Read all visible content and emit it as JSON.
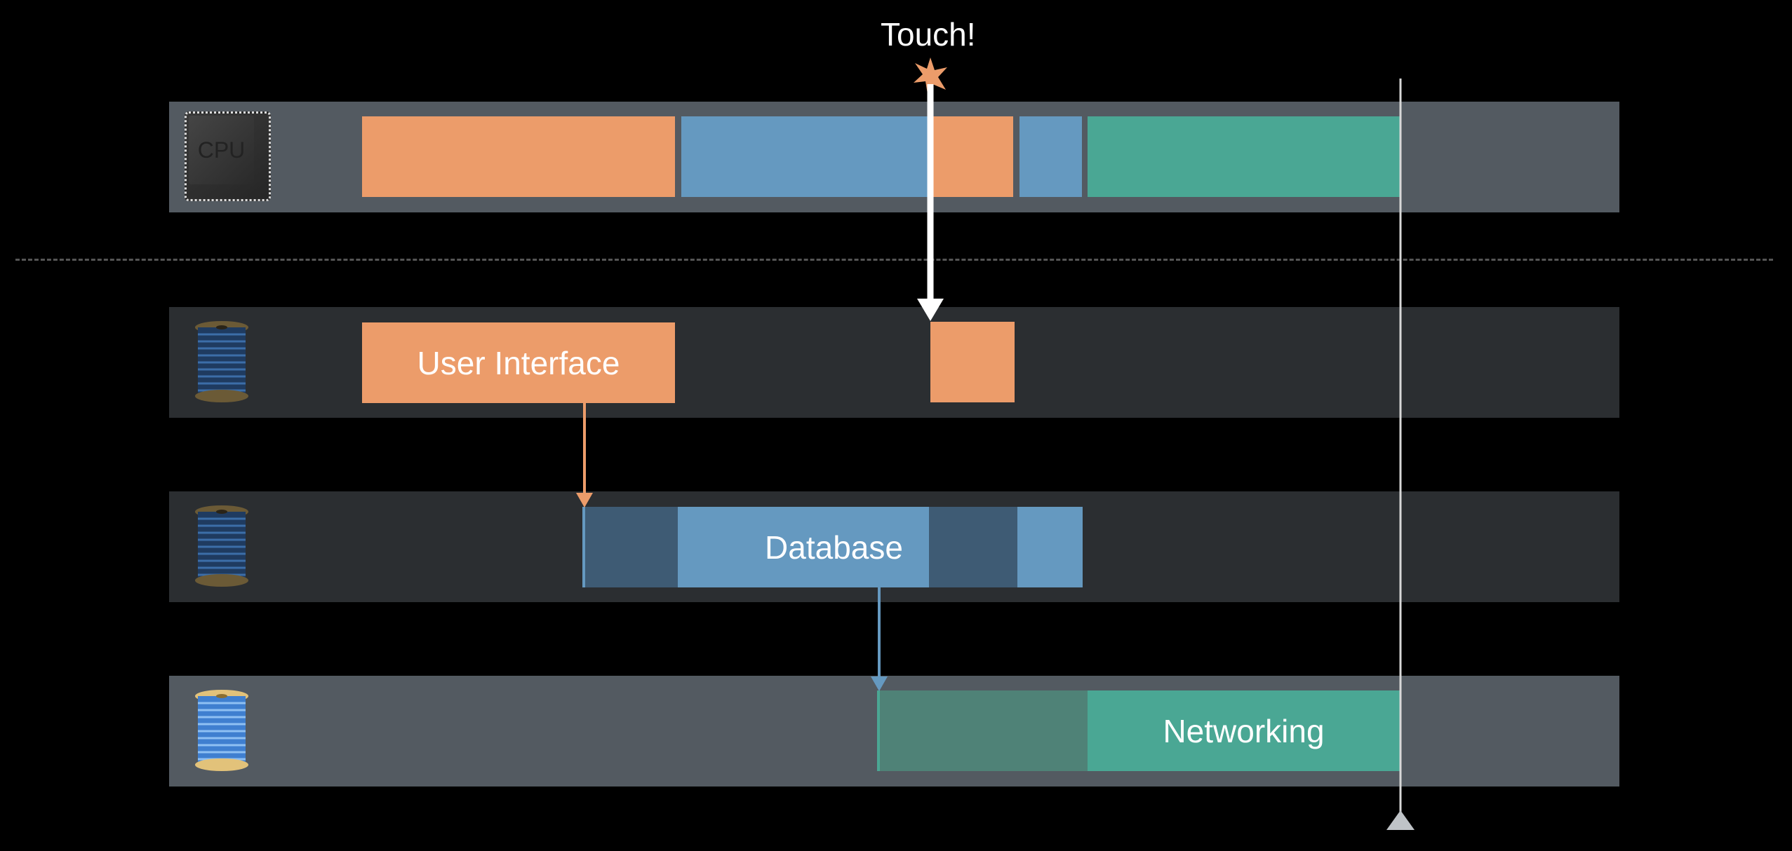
{
  "touch": {
    "label": "Touch!"
  },
  "cpu": {
    "label": "CPU"
  },
  "threads": {
    "ui_label": "User Interface",
    "db_label": "Database",
    "net_label": "Networking"
  },
  "colors": {
    "background": "#000000",
    "active_lane": "#535a61",
    "idle_lane": "#2b2e31",
    "ui_orange": "#ec9c6a",
    "db_blue": "#6599c0",
    "net_green": "#4aa794"
  }
}
